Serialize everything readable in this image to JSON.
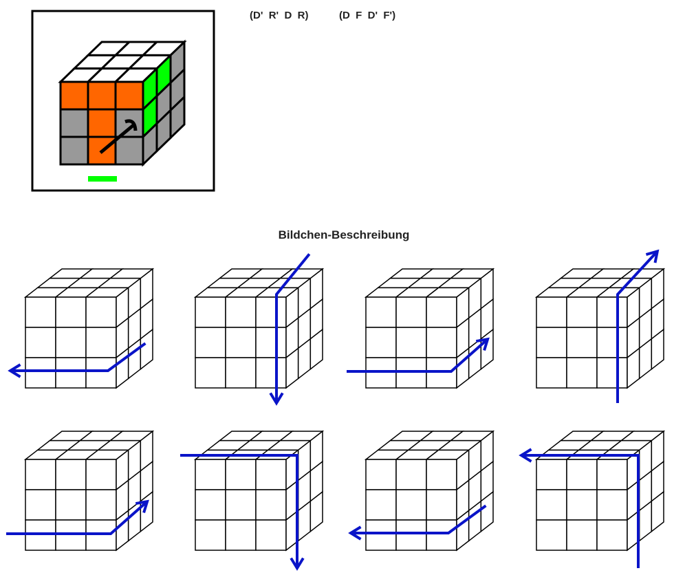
{
  "algorithm": {
    "part1": "(D'  R'  D  R)",
    "part2": "(D  F  D'  F')"
  },
  "caption": "Bildchen-Beschreibung",
  "colors": {
    "white": "#ffffff",
    "orange": "#ff6600",
    "green": "#00ff00",
    "grey": "#999999",
    "arrow_blue": "#0a14c8",
    "line": "#000000"
  },
  "example_cube": {
    "top": [
      [
        "white",
        "white",
        "white"
      ],
      [
        "white",
        "white",
        "white"
      ],
      [
        "white",
        "white",
        "white"
      ]
    ],
    "front": [
      [
        "orange",
        "orange",
        "orange"
      ],
      [
        "grey",
        "orange",
        "grey"
      ],
      [
        "grey",
        "orange",
        "grey"
      ]
    ],
    "right": [
      [
        "green",
        "green",
        "grey"
      ],
      [
        "green",
        "grey",
        "grey"
      ],
      [
        "grey",
        "grey",
        "grey"
      ]
    ],
    "arrow_icon": "curved-up-right-arrow",
    "marker_color": "green"
  },
  "moves": [
    {
      "move": "D'",
      "arrow": "bottom-layer-left"
    },
    {
      "move": "R'",
      "arrow": "right-layer-down"
    },
    {
      "move": "D",
      "arrow": "bottom-layer-right"
    },
    {
      "move": "R",
      "arrow": "right-layer-up"
    },
    {
      "move": "D",
      "arrow": "bottom-layer-right"
    },
    {
      "move": "F",
      "arrow": "front-layer-clockwise"
    },
    {
      "move": "D'",
      "arrow": "bottom-layer-left"
    },
    {
      "move": "F'",
      "arrow": "front-layer-counterclockwise"
    }
  ]
}
